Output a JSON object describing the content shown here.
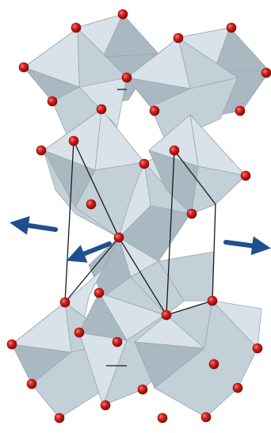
{
  "figure": {
    "kind": "crystal structure illustration",
    "polyhedra_color": "#c9d5dc",
    "atom_color": "#d42020",
    "arrow_color": "#1f4f8f",
    "cell_line_color": "#1a1a1a"
  },
  "arrows": [
    {
      "direction": "left"
    },
    {
      "direction": "lower-left"
    },
    {
      "direction": "right"
    }
  ]
}
